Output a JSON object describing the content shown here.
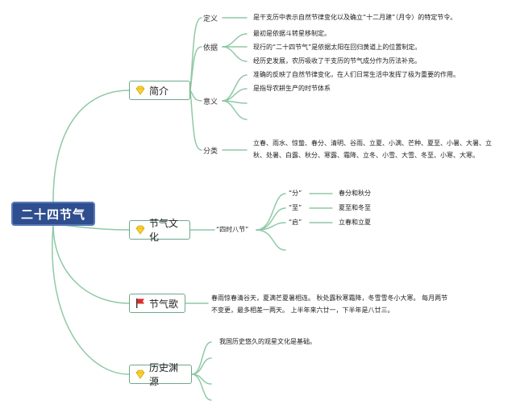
{
  "root": {
    "label": "二十四节气"
  },
  "topics": {
    "intro": {
      "label": "简介",
      "icon": "diamond-icon"
    },
    "culture": {
      "label": "节气文化",
      "icon": "diamond-icon"
    },
    "song": {
      "label": "节气歌",
      "icon": "red-flag-icon"
    },
    "history": {
      "label": "历史渊源",
      "icon": "diamond-icon"
    }
  },
  "intro": {
    "definition": {
      "label": "定义",
      "text": "是干支历中表示自然节律变化以及确立“十二月建”（月令）的特定节令。"
    },
    "basis": {
      "label": "依据",
      "items": [
        "最初是依据斗转星移制定。",
        "现行的“二十四节气”是依据太阳在回归黄道上的位置制定。",
        "经历史发展，农历吸收了干支历的节气成分作为历法补充。"
      ]
    },
    "meaning": {
      "label": "意义",
      "items": [
        "准确的反映了自然节律变化，在人们日常生活中发挥了极为重要的作用。",
        "是指导农耕生产的时节体系"
      ]
    },
    "classification": {
      "label": "分类",
      "text": "立春、雨水、惊蛰、春分、清明、谷雨、立夏、小满、芒种、夏至、小暑、大暑、立秋、处暑、白露、秋分、寒露、霜降、立冬、小雪、大雪、冬至、小寒、大寒。"
    }
  },
  "culture": {
    "group": "“四时八节”",
    "items": [
      {
        "key": "“分”",
        "value": "春分和秋分"
      },
      {
        "key": "“至”",
        "value": "夏至和冬至"
      },
      {
        "key": "“启”",
        "value": "立春和立夏"
      }
    ]
  },
  "song": {
    "text": "春雨惊春清谷天，夏满芒夏暑相连。 秋处露秋寒霜降，冬雪雪冬小大寒。 每月两节不变更，最多相差一两天。 上半年来六廿一，下半年是八廿三。"
  },
  "history": {
    "text": "我国历史悠久的观星文化是基础。"
  },
  "colors": {
    "root": "#2f4e8f",
    "line": "#8fc9a6",
    "topic_border": "#6fa98a"
  }
}
